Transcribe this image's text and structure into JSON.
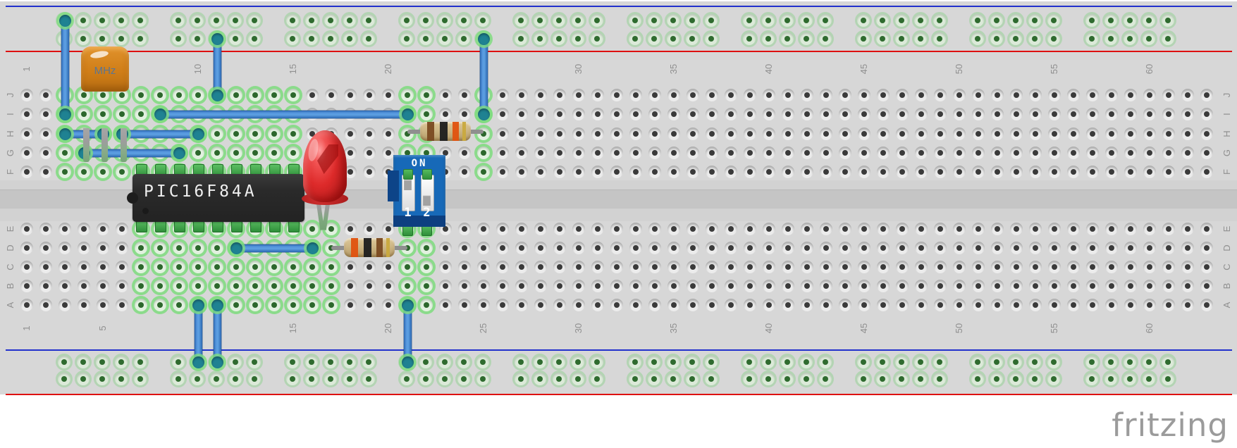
{
  "branding": {
    "logo_text": "fritzing",
    "logo_color": "#9b9b9b"
  },
  "breadboard": {
    "row_labels_top": [
      "J",
      "I",
      "H",
      "G",
      "F"
    ],
    "row_labels_bottom": [
      "E",
      "D",
      "C",
      "B",
      "A"
    ],
    "column_count": 63,
    "numbered_columns": [
      1,
      5,
      10,
      15,
      20,
      25,
      30,
      35,
      40,
      45,
      50,
      55,
      60
    ],
    "rail_hole_groups": 10,
    "rail_holes_per_group": 5,
    "connected_columns_top": [
      3,
      4,
      5,
      6,
      7,
      8,
      9,
      10,
      11,
      12,
      13,
      14,
      15,
      21,
      22,
      25
    ],
    "connected_columns_bottom": [
      7,
      8,
      9,
      10,
      11,
      12,
      13,
      14,
      15,
      16,
      17,
      21,
      22
    ],
    "colors": {
      "board": "#d7d7d7",
      "channel": "#c5c5c5",
      "blue_line": "#2231cc",
      "red_line": "#de1010",
      "hole_dark": "#3a3a3a",
      "hole_connected_center": "#2c672c",
      "hole_connected_halo": "#7fdc7f",
      "wire_blue": "#4a8fd6",
      "wire_endpoint": "#1f8292",
      "label_text": "#8f8f8f"
    }
  },
  "wires": [
    {
      "id": "wire-top-rail1-to-I3",
      "from": {
        "area": "rail-top-1",
        "col": 3
      },
      "to": {
        "area": "main",
        "row": "I",
        "col": 3
      }
    },
    {
      "id": "wire-top-rail2-to-J11",
      "from": {
        "area": "rail-top-2",
        "col": 11
      },
      "to": {
        "area": "main",
        "row": "J",
        "col": 11
      }
    },
    {
      "id": "wire-top-rail2-to-I25",
      "from": {
        "area": "rail-top-2",
        "col": 25
      },
      "to": {
        "area": "main",
        "row": "I",
        "col": 25
      }
    },
    {
      "id": "wire-row-I-8-to-21",
      "from": {
        "area": "main",
        "row": "I",
        "col": 8
      },
      "to": {
        "area": "main",
        "row": "I",
        "col": 21
      }
    },
    {
      "id": "wire-row-H-3-to-5",
      "from": {
        "area": "main",
        "row": "H",
        "col": 3
      },
      "to": {
        "area": "main",
        "row": "H",
        "col": 5
      }
    },
    {
      "id": "wire-row-H-6-to-10",
      "from": {
        "area": "main",
        "row": "H",
        "col": 6
      },
      "to": {
        "area": "main",
        "row": "H",
        "col": 10
      }
    },
    {
      "id": "wire-row-G-4-to-9",
      "from": {
        "area": "main",
        "row": "G",
        "col": 4
      },
      "to": {
        "area": "main",
        "row": "G",
        "col": 9
      }
    },
    {
      "id": "wire-row-D-12-to-16",
      "from": {
        "area": "main",
        "row": "D",
        "col": 12
      },
      "to": {
        "area": "main",
        "row": "D",
        "col": 16
      }
    },
    {
      "id": "wire-A10-to-bottom-rail1",
      "from": {
        "area": "main",
        "row": "A",
        "col": 10
      },
      "to": {
        "area": "rail-bottom-1",
        "col": 10
      }
    },
    {
      "id": "wire-A11-to-bottom-rail1",
      "from": {
        "area": "main",
        "row": "A",
        "col": 11
      },
      "to": {
        "area": "rail-bottom-1",
        "col": 11
      }
    },
    {
      "id": "wire-A21-to-bottom-rail1",
      "from": {
        "area": "main",
        "row": "A",
        "col": 21
      },
      "to": {
        "area": "rail-bottom-1",
        "col": 21
      }
    }
  ],
  "components": {
    "crystal": {
      "label": "MHz",
      "row": "I",
      "cols": [
        4,
        5,
        6
      ],
      "body_color": "#d2831c",
      "text_color": "#5b7592"
    },
    "ic": {
      "label": "PIC16F84A",
      "pins_per_side": 9,
      "top_row": "F",
      "bottom_row": "E",
      "from_col": 7,
      "to_col": 15,
      "body_color": "#2a2a2a",
      "text_color": "#efefef"
    },
    "led": {
      "color": "#d42525",
      "row": "E",
      "cols": [
        16,
        17
      ]
    },
    "dip_switch": {
      "on_label": "ON",
      "switch_labels": [
        "1",
        "2"
      ],
      "states": [
        "on",
        "off"
      ],
      "cols": [
        21,
        22
      ],
      "top_row": "F",
      "bottom_row": "E",
      "body_color": "#1769b8"
    },
    "resistor_top": {
      "row": "H",
      "from_col": 21,
      "to_col": 25,
      "bands": [
        "brown",
        "black",
        "orange",
        "gold"
      ]
    },
    "resistor_bottom": {
      "row": "D",
      "from_col": 17,
      "to_col": 21,
      "bands": [
        "orange",
        "black",
        "brown",
        "gold"
      ]
    },
    "band_colors": {
      "brown": "#7a4a21",
      "black": "#1d1d1d",
      "orange": "#e0520f",
      "gold": "#c9a93e"
    }
  }
}
